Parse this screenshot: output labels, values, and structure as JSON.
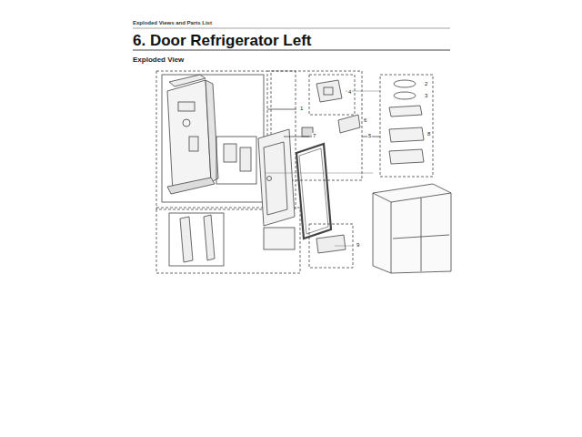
{
  "diagram": {
    "title": "6. Door Refrigerator Left",
    "labels": [
      "Exploded Views and Parts List",
      "Exploded View",
      "1",
      "2",
      "3",
      "4",
      "5",
      "6",
      "7",
      "8",
      "9"
    ]
  }
}
